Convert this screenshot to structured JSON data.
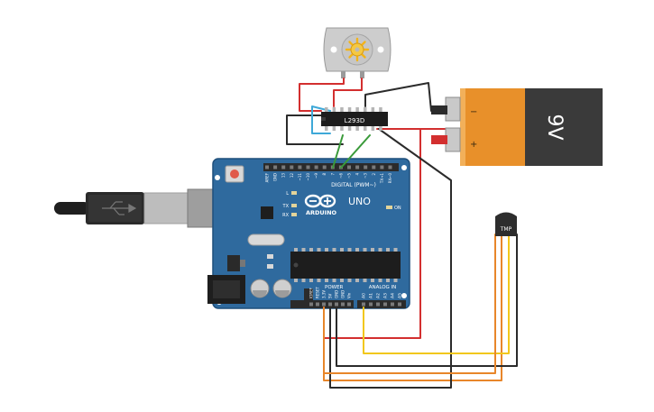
{
  "battery": {
    "voltage_label": "9V",
    "minus_label": "−",
    "plus_label": "+"
  },
  "ic": {
    "label": "L293D"
  },
  "arduino": {
    "brand": "ARDUINO",
    "model": "UNO",
    "digital_header": "DIGITAL (PWM~)",
    "power_header": "POWER",
    "analog_header": "ANALOG IN",
    "on_label": "ON",
    "l_label": "L",
    "tx_label": "TX",
    "rx_label": "RX",
    "digital_pins": [
      "AREF",
      "GND",
      "13",
      "12",
      "~11",
      "~10",
      "~9",
      "8",
      "7",
      "~6",
      "~5",
      "4",
      "~3",
      "2",
      "TX→1",
      "RX←0"
    ],
    "power_pins": [
      "IOREF",
      "RESET",
      "3.3V",
      "5V",
      "GND",
      "GND",
      "Vin"
    ],
    "analog_pins": [
      "A0",
      "A1",
      "A2",
      "A3",
      "A4",
      "A5"
    ]
  },
  "sensor": {
    "label": "TMP"
  },
  "colors": {
    "board": "#2f6a9e",
    "board_edge": "#1f4f7b",
    "battery_body": "#3a3a3a",
    "battery_cap": "#e8902a",
    "wire_red": "#d32f2f",
    "wire_black": "#2b2b2b",
    "wire_green": "#3a9a3a",
    "wire_blue": "#3ea8d8",
    "wire_orange": "#e8862a",
    "wire_yellow": "#f2c71c"
  }
}
